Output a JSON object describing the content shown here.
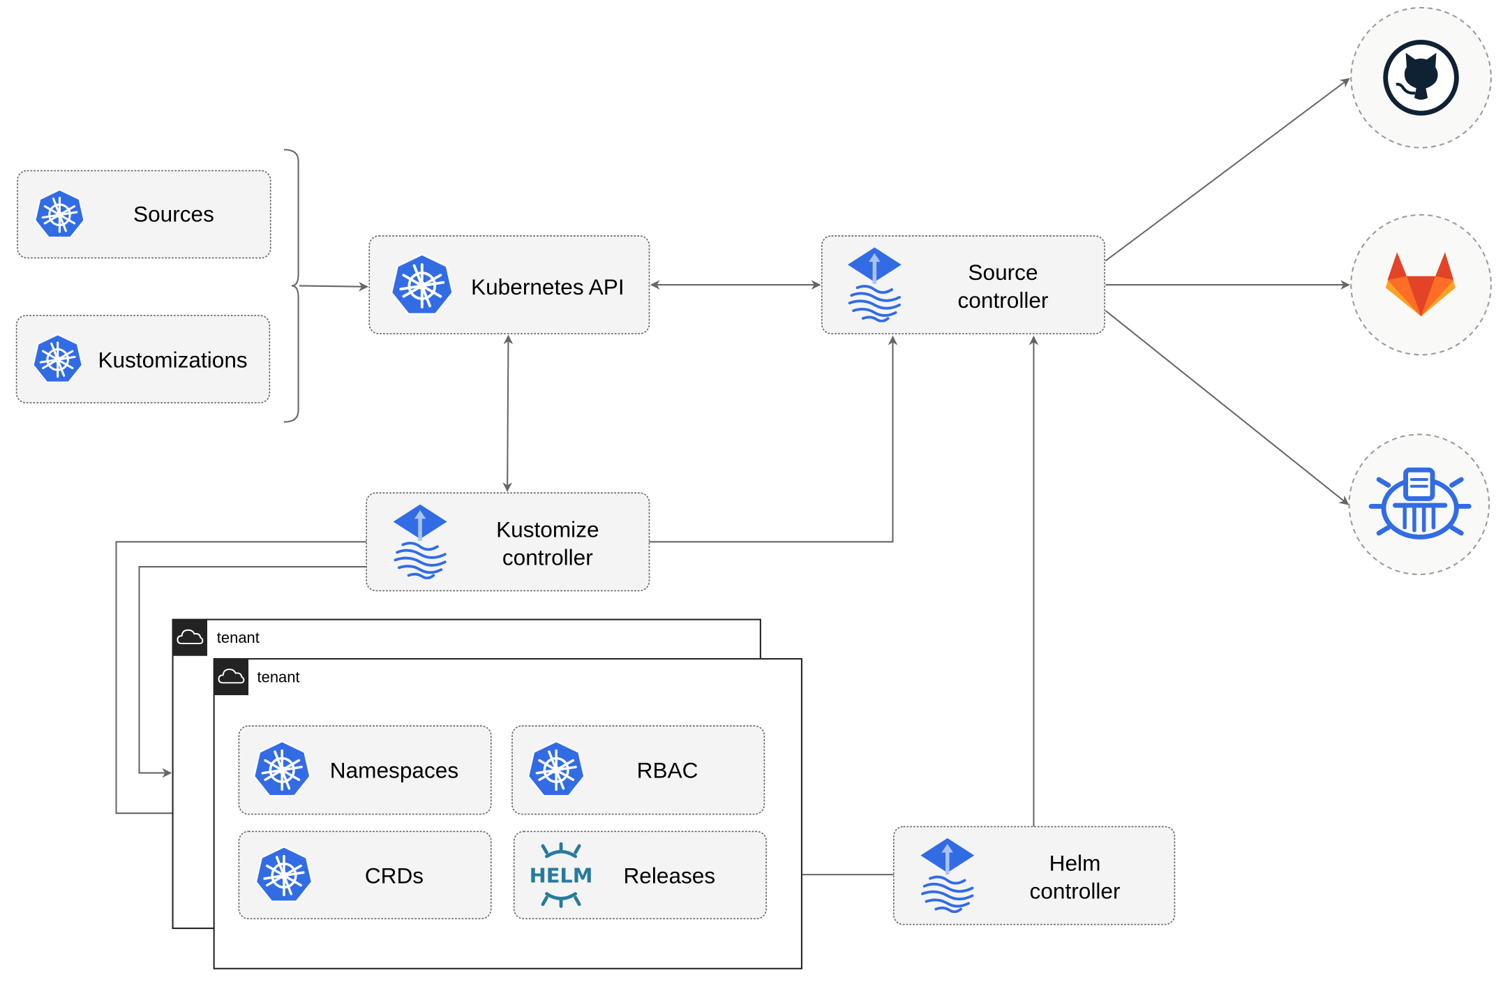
{
  "nodes": {
    "sources": "Sources",
    "kustomizations": "Kustomizations",
    "kubernetes_api": "Kubernetes API",
    "source_controller": [
      "Source",
      "controller"
    ],
    "kustomize_controller": [
      "Kustomize",
      "controller"
    ],
    "helm_controller": [
      "Helm",
      "controller"
    ],
    "namespaces": "Namespaces",
    "rbac": "RBAC",
    "crds": "CRDs",
    "releases": "Releases",
    "helm_logo_text": "HELM"
  },
  "tenants": [
    "tenant",
    "tenant"
  ],
  "external_sources": [
    {
      "icon": "github-icon"
    },
    {
      "icon": "gitlab-icon"
    },
    {
      "icon": "bucket-icon"
    }
  ],
  "colors": {
    "kubernetes_blue": "#326ce5",
    "flux_blue": "#3b6fe0",
    "helm_blue": "#277a9f",
    "github_dark": "#0f2233",
    "gitlab_orange": "#e24329",
    "gitlab_yellow": "#fca326",
    "box_fill": "#f4f4f4",
    "edge": "#666666"
  }
}
